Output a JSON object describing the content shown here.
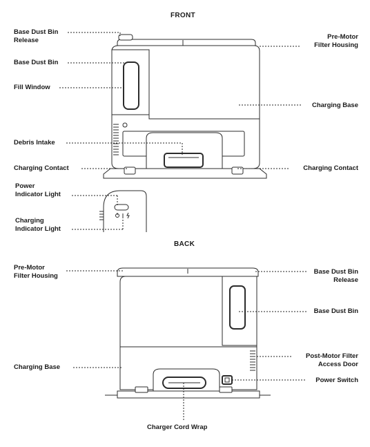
{
  "front": {
    "heading": "FRONT",
    "labels": {
      "base_dust_bin_release": [
        "Base Dust Bin",
        "Release"
      ],
      "pre_motor_filter_housing": [
        "Pre-Motor",
        "Filter Housing"
      ],
      "base_dust_bin": "Base Dust Bin",
      "fill_window": "Fill Window",
      "charging_base": "Charging Base",
      "debris_intake": "Debris Intake",
      "charging_contact_left": "Charging Contact",
      "charging_contact_right": "Charging Contact",
      "power_indicator_light": [
        "Power",
        "Indicator Light"
      ],
      "charging_indicator_light": [
        "Charging",
        "Indicator Light"
      ]
    }
  },
  "back": {
    "heading": "BACK",
    "labels": {
      "pre_motor_filter_housing": [
        "Pre-Motor",
        "Filter Housing"
      ],
      "base_dust_bin_release": [
        "Base Dust Bin",
        "Release"
      ],
      "base_dust_bin": "Base Dust Bin",
      "post_motor_filter_access_door": [
        "Post-Motor Filter",
        "Access Door"
      ],
      "charging_base": "Charging Base",
      "power_switch": "Power Switch",
      "charger_cord_wrap": "Charger Cord Wrap"
    }
  },
  "icons": [
    "power-symbol-icon",
    "lightning-bolt-icon"
  ]
}
